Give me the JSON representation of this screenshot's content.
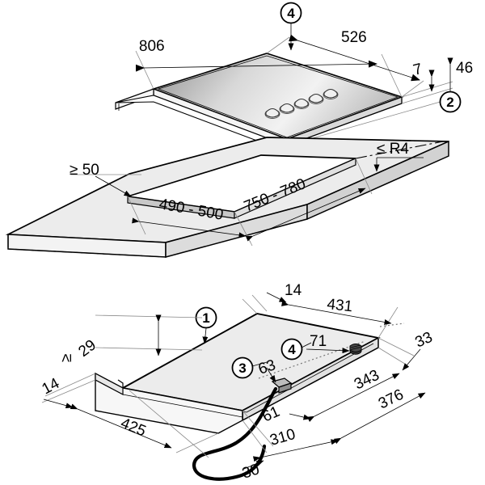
{
  "drawing": {
    "title": "Hob installation dimension drawing",
    "units": "mm",
    "background_color": "#ffffff",
    "line_color": "#000000",
    "extension_line_color": "#8a8a8a",
    "panel_fill": "#ececec",
    "edge_fill": "#d4d4d4"
  },
  "callouts": [
    {
      "id": "1",
      "label": "1"
    },
    {
      "id": "2",
      "label": "2"
    },
    {
      "id": "3",
      "label": "3"
    },
    {
      "id": "4",
      "label": "4"
    },
    {
      "id": "4b",
      "label": "4"
    }
  ],
  "dimensions": {
    "hob_width": "806",
    "hob_depth": "526",
    "frame_lip": "7",
    "hob_height": "46",
    "cutout_rear_gap": "≥ 50",
    "cutout_depth": "490 - 500",
    "cutout_width": "750 - 780",
    "corner_radius": "≤ R4",
    "niche_clearance": "29",
    "niche_clearance_prefix": "≥",
    "base_front_offset": "14",
    "base_width": "425",
    "body_offset_top": "14",
    "body_width": "431",
    "terminal_height": "71",
    "connector_height": "63",
    "depth_33": "33",
    "depth_343": "343",
    "depth_376": "376",
    "depth_61": "61",
    "depth_310": "310",
    "cable_30": "30"
  },
  "features": {
    "knob_count": 5,
    "knob_name": "control-knob",
    "cable_name": "power-cable",
    "connector_name": "cable-connector",
    "terminal_name": "terminal-stud"
  }
}
